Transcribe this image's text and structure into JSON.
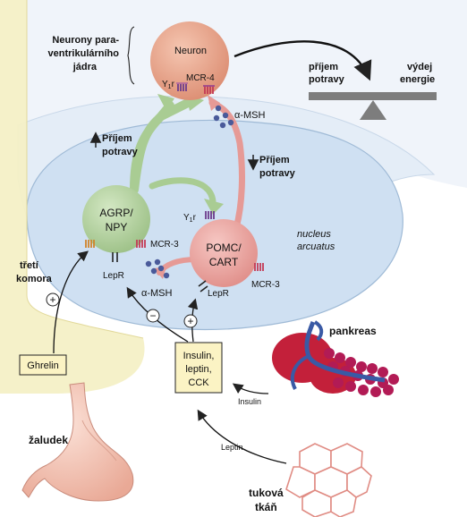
{
  "labels": {
    "pvn_line1": "Neurony para-",
    "pvn_line2": "ventrikulárního",
    "pvn_line3": "jádra",
    "neuron": "Neuron",
    "y1r_top": "Y",
    "y1r_sub": "1",
    "y1r_r": "r",
    "mcr4": "MCR-4",
    "amsh_top": "α-MSH",
    "intake_up_1": "Příjem",
    "intake_up_2": "potravy",
    "intake_down_1": "Příjem",
    "intake_down_2": "potravy",
    "agrp_1": "AGRP/",
    "agrp_2": "NPY",
    "pomc_1": "POMC/",
    "pomc_2": "CART",
    "mcr3_left": "MCR-3",
    "mcr3_right": "MCR-3",
    "lepr_left": "LepR",
    "lepr_right": "LepR",
    "amsh_bottom": "α-MSH",
    "nucleus_1": "nucleus",
    "nucleus_2": "arcuatus",
    "third_ventricle_1": "třetí",
    "third_ventricle_2": "komora",
    "ghrelin": "Ghrelin",
    "signals_1": "Insulin,",
    "signals_2": "leptin,",
    "signals_3": "CCK",
    "pancreas": "pankreas",
    "insulin_arrow": "Insulin",
    "leptin_arrow": "Leptin",
    "stomach": "žaludek",
    "adipose_1": "tuková",
    "adipose_2": "tkáň",
    "balance_left_1": "příjem",
    "balance_left_2": "potravy",
    "balance_right_1": "výdej",
    "balance_right_2": "energie",
    "plus": "+",
    "minus": "−"
  },
  "colors": {
    "agrp_neuron": "#b9d6a6",
    "pomc_neuron": "#ecaaa6",
    "pvn_neuron": "#e9a78f",
    "nucleus_region": "#cfe0f2",
    "brain_bg": "#eef3f9",
    "ventricle": "#f4f0c6",
    "signal_box": "#fbf3c4",
    "vesicle": "#4a5a9a",
    "pancreas": "#c3203a",
    "stomach": "#f3c3b6"
  }
}
